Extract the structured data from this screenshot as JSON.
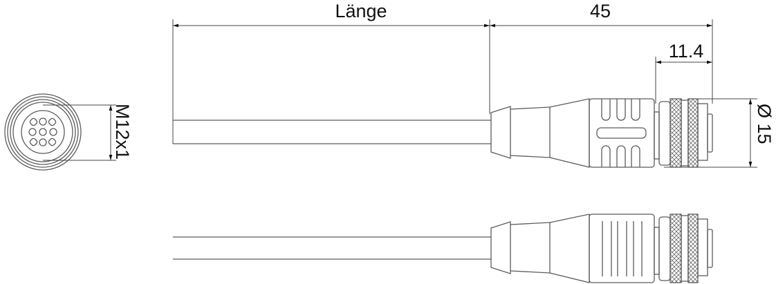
{
  "dimensions": {
    "length_label": "Länge",
    "connector_length": "45",
    "coupling_length": "11.4",
    "diameter": "Ø 15",
    "thread": "M12x1"
  },
  "colors": {
    "line": "#5a5a5a",
    "text": "#111111",
    "background": "#ffffff"
  }
}
